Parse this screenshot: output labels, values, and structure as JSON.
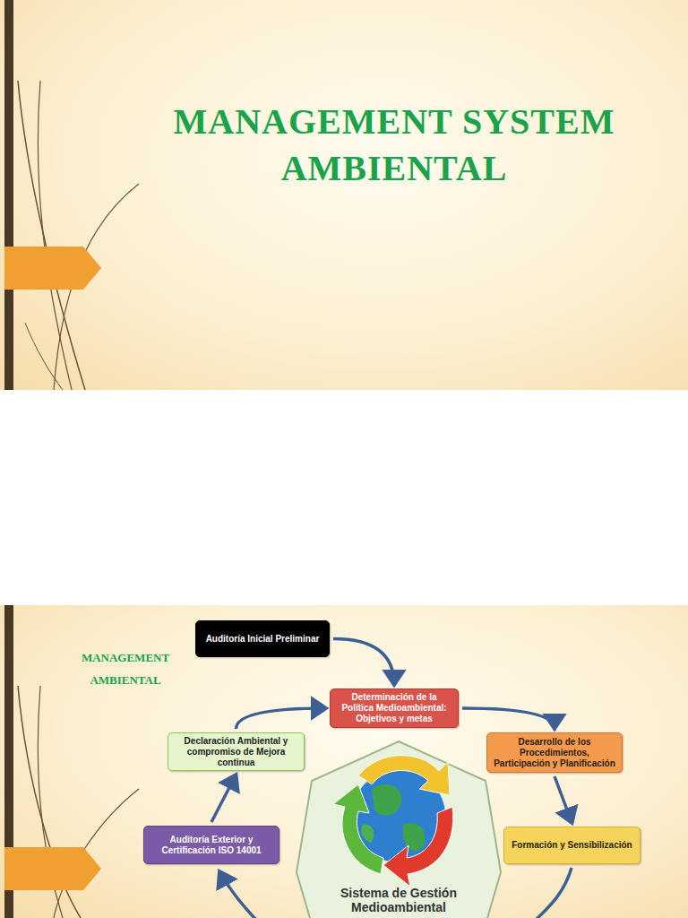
{
  "diagram": {
    "title": "MANAGEMENT SYSTEM AMBIENTAL",
    "nodes": [
      {
        "text": [
          "Auditoría Inicial Preliminar"
        ]
      },
      {
        "text": [
          "Determinación de la Política Medioambiental: Objetivos y metas"
        ]
      },
      {
        "text": [
          "Declaración Ambiental y compromiso de Mejora continua"
        ]
      },
      {
        "text": [
          "Desarrollo de los Procedimientos, Participación y Planificación"
        ]
      },
      {
        "text": [
          "Sistema de Gestión Medioambiental"
        ]
      },
      {
        "text": [
          "Auditoría Exterior y Certificación ISO 14001"
        ]
      },
      {
        "text": [
          "Formación y Sensibilización"
        ]
      }
    ],
    "edges": [
      {
        "from": 0,
        "to": 1,
        "arrow": "to"
      },
      {
        "from": 1,
        "to": 3,
        "arrow": "to"
      },
      {
        "from": 3,
        "to": 6,
        "arrow": "to"
      },
      {
        "from": 5,
        "to": 2,
        "arrow": "to"
      },
      {
        "from": 2,
        "to": 1,
        "arrow": "to"
      }
    ],
    "labels": [
      "MANAGEMENT AMBIENTAL"
    ]
  }
}
